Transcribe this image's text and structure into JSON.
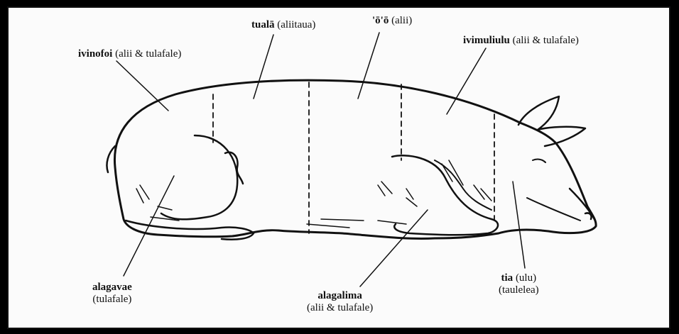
{
  "labels": {
    "ivinofoi": {
      "name": "ivinofoi",
      "sub": "(alii & tulafale)"
    },
    "tuala": {
      "name": "tualā",
      "sub": "(aliitaua)"
    },
    "oo": {
      "name": "'ō'ō",
      "sub": "(alii)"
    },
    "ivimuliulu": {
      "name": "ivimuliulu",
      "sub": "(alii & tulafale)"
    },
    "alagavae": {
      "name": "alagavae",
      "sub": "(tulafale)"
    },
    "alagalima": {
      "name": "alagalima",
      "sub": "(alii & tulafale)"
    },
    "tia": {
      "name": "tia",
      "sub": "(ulu)",
      "sub2": "(taulelea)"
    }
  },
  "colors": {
    "background": "#000000",
    "panel": "#fbfbfb",
    "ink": "#111111"
  }
}
